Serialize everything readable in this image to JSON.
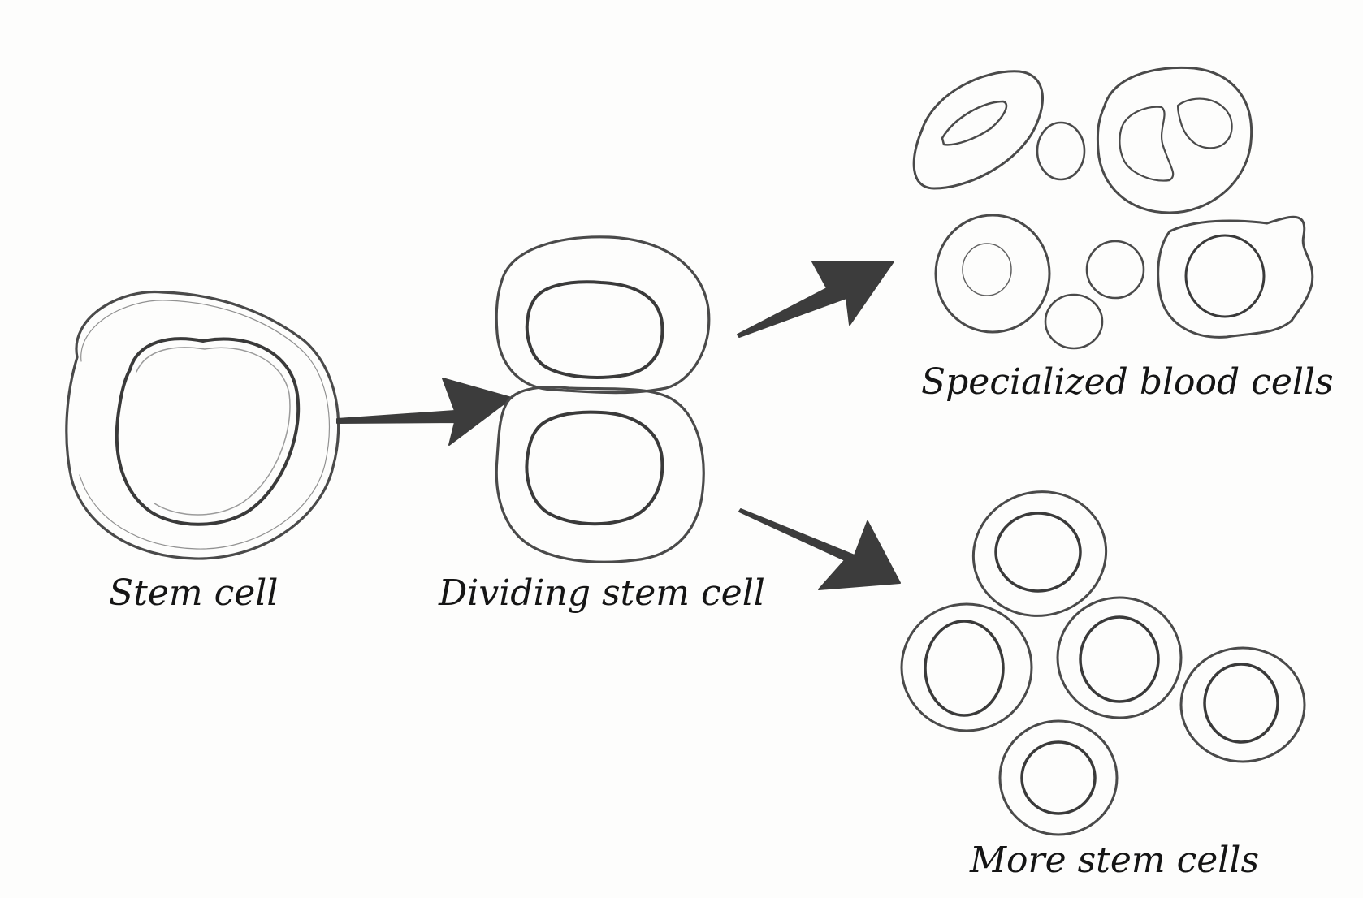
{
  "labels": {
    "stem_cell": "Stem cell",
    "dividing_stem_cell": "Dividing stem cell",
    "specialized_blood_cells": "Specialized blood cells",
    "more_stem_cells": "More stem cells"
  },
  "colors": {
    "background": "#fdfdfc",
    "pencil": "#4a4a4a",
    "arrow": "#3c3c3c"
  }
}
